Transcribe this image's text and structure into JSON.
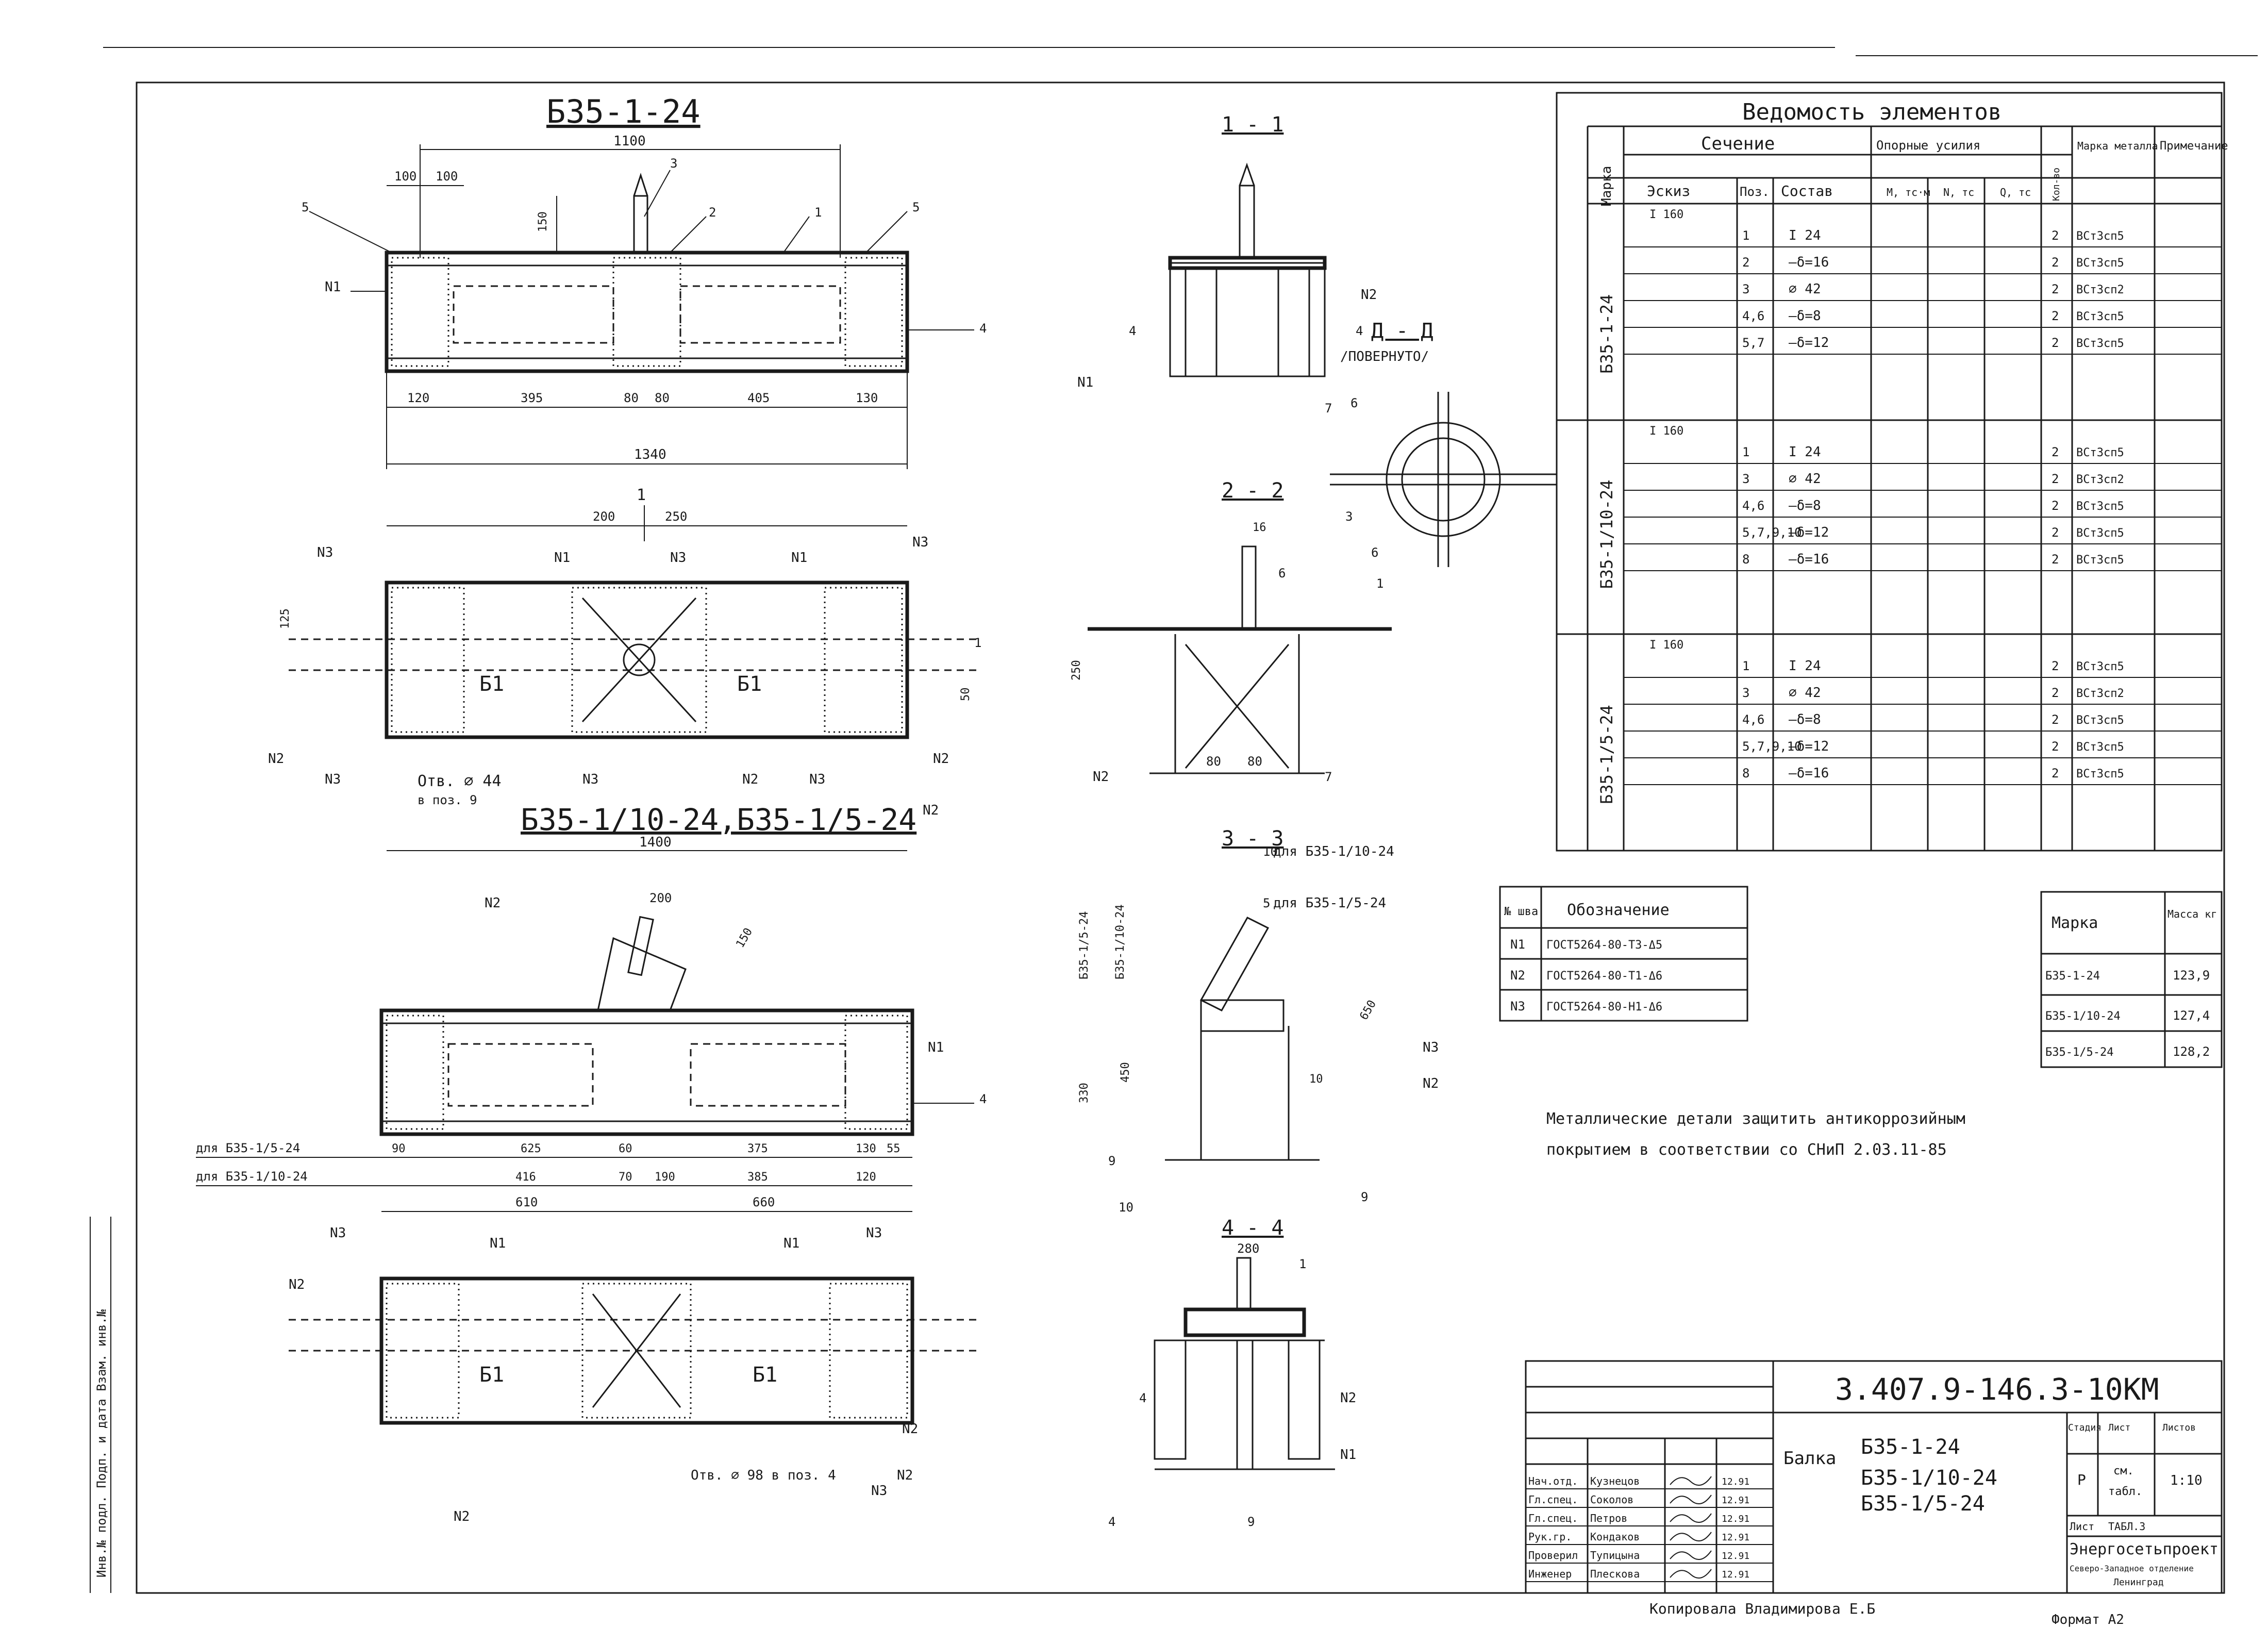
{
  "views": {
    "top_title": "Б35-1-24",
    "bottom_title": "Б35-1/10-24,Б35-1/5-24",
    "sec_1_1": "1 - 1",
    "sec_2_2": "2 - 2",
    "sec_3_3": "3 - 3",
    "sec_4_4": "4 - 4",
    "sec_dd": "Д - Д",
    "sec_dd_note": "/ПОВЕРНУТО/",
    "hole_note_1": "Отв. ⌀ 44",
    "hole_note_2": "в поз. 9",
    "hole_note_b": "Отв. ⌀ 98 в поз. 4",
    "for_b35_10": "для Б35-1/10-24",
    "for_b35_5": "для Б35-1/5-24",
    "v_label_5": "Б35-1/5-24",
    "v_label_10": "Б35-1/10-24"
  },
  "dims": {
    "d1100": "1100",
    "d1340": "1340",
    "d1400": "1400",
    "d100a": "100",
    "d100b": "100",
    "d120": "120",
    "d395": "395",
    "d80a": "80",
    "d80b": "80",
    "d405": "405",
    "d130a": "130",
    "d200": "200",
    "d250": "250",
    "d150": "150",
    "d90": "90",
    "d60": "60",
    "d625": "625",
    "d375": "375",
    "d130b": "130",
    "d55": "55",
    "d416": "416",
    "d70": "70",
    "d190": "190",
    "d385": "385",
    "d120b": "120",
    "d610": "610",
    "d660": "660",
    "d200b": "200",
    "d280": "280",
    "d330": "330",
    "d450": "450",
    "d650": "650",
    "d16": "16",
    "d10": "10",
    "d125": "125",
    "d50": "50",
    "row_b35_5": "для Б35-1/5-24",
    "row_b35_10": "для Б35-1/10-24"
  },
  "weld_marks": {
    "n1": "N1",
    "n2": "N2",
    "n3": "N3"
  },
  "elements_table": {
    "title": "Ведомость элементов",
    "col_mark": "Марка",
    "col_section": "Сечение",
    "col_sketch": "Эскиз",
    "col_pos": "Поз.",
    "col_comp": "Состав",
    "col_support": "Опорные усилия",
    "col_m": "M, тс·м",
    "col_n": "N, тс",
    "col_q": "Q, тс",
    "col_qty": "Кол-во",
    "col_steel": "Марка металла",
    "col_note": "Примечание",
    "groups": [
      {
        "mark": "Б35-1-24",
        "sketch": "I 160",
        "rows": [
          {
            "pos": "1",
            "comp": "I 24",
            "qty": "2",
            "steel": "ВСт3сп5"
          },
          {
            "pos": "2",
            "comp": "—δ=16",
            "qty": "2",
            "steel": "ВСт3сп5"
          },
          {
            "pos": "3",
            "comp": "⌀ 42",
            "qty": "2",
            "steel": "ВСт3сп2"
          },
          {
            "pos": "4,6",
            "comp": "—δ=8",
            "qty": "2",
            "steel": "ВСт3сп5"
          },
          {
            "pos": "5,7",
            "comp": "—δ=12",
            "qty": "2",
            "steel": "ВСт3сп5"
          }
        ]
      },
      {
        "mark": "Б35-1/10-24",
        "sketch": "I 160",
        "rows": [
          {
            "pos": "1",
            "comp": "I 24",
            "qty": "2",
            "steel": "ВСт3сп5"
          },
          {
            "pos": "3",
            "comp": "⌀ 42",
            "qty": "2",
            "steel": "ВСт3сп2"
          },
          {
            "pos": "4,6",
            "comp": "—δ=8",
            "qty": "2",
            "steel": "ВСт3сп5"
          },
          {
            "pos": "5,7,9,10",
            "comp": "—δ=12",
            "qty": "2",
            "steel": "ВСт3сп5"
          },
          {
            "pos": "8",
            "comp": "—δ=16",
            "qty": "2",
            "steel": "ВСт3сп5"
          }
        ]
      },
      {
        "mark": "Б35-1/5-24",
        "sketch": "I 160",
        "rows": [
          {
            "pos": "1",
            "comp": "I 24",
            "qty": "2",
            "steel": "ВСт3сп5"
          },
          {
            "pos": "3",
            "comp": "⌀ 42",
            "qty": "2",
            "steel": "ВСт3сп2"
          },
          {
            "pos": "4,6",
            "comp": "—δ=8",
            "qty": "2",
            "steel": "ВСт3сп5"
          },
          {
            "pos": "5,7,9,10",
            "comp": "—δ=12",
            "qty": "2",
            "steel": "ВСт3сп5"
          },
          {
            "pos": "8",
            "comp": "—δ=16",
            "qty": "2",
            "steel": "ВСт3сп5"
          }
        ]
      }
    ]
  },
  "weld_table": {
    "col_no": "№ шва",
    "col_designation": "Обозначение",
    "rows": [
      {
        "no": "N1",
        "designation": "ГОСТ5264-80-Т3-Δ5"
      },
      {
        "no": "N2",
        "designation": "ГОСТ5264-80-Т1-Δ6"
      },
      {
        "no": "N3",
        "designation": "ГОСТ5264-80-Н1-Δ6"
      }
    ]
  },
  "mass_table": {
    "col_mark": "Марка",
    "col_mass": "Масса кг",
    "rows": [
      {
        "mark": "Б35-1-24",
        "mass": "123,9"
      },
      {
        "mark": "Б35-1/10-24",
        "mass": "127,4"
      },
      {
        "mark": "Б35-1/5-24",
        "mass": "128,2"
      }
    ]
  },
  "note": {
    "line1": "Металлические детали защитить антикоррозийным",
    "line2": "покрытием в соответствии со СНиП 2.03.11-85"
  },
  "title_block": {
    "code": "3.407.9-146.3-10КМ",
    "name_word": "Балка",
    "name1": "Б35-1-24",
    "name2": "Б35-1/10-24",
    "name3": "Б35-1/5-24",
    "col_stage": "Стадия",
    "col_sheet": "Лист",
    "col_sheets": "Листов",
    "stage": "Р",
    "sheet_ref1": "см.",
    "sheet_ref2": "табл.",
    "scale": "1:10",
    "sheet_label": "Лист",
    "sheet_val": "ТАБЛ.3",
    "org1": "Энергосетьпроект",
    "org2": "Северо-Западное отделение",
    "org3": "Ленинград",
    "roles": [
      {
        "role": "Нач.отд.",
        "name": "Кузнецов",
        "date": "12.91"
      },
      {
        "role": "Гл.спец.",
        "name": "Соколов",
        "date": "12.91"
      },
      {
        "role": "Гл.спец.",
        "name": "Петров",
        "date": "12.91"
      },
      {
        "role": "Рук.гр.",
        "name": "Кондаков",
        "date": "12.91"
      },
      {
        "role": "Проверил",
        "name": "Тупицына",
        "date": "12.91"
      },
      {
        "role": "Инженер",
        "name": "Плескова",
        "date": "12.91"
      }
    ]
  },
  "copied": "Копировала Владимирова Е.Б",
  "format": "Формат А2",
  "side_stamp": "Инв.№ подл. Подп. и дата Взам. инв.№"
}
